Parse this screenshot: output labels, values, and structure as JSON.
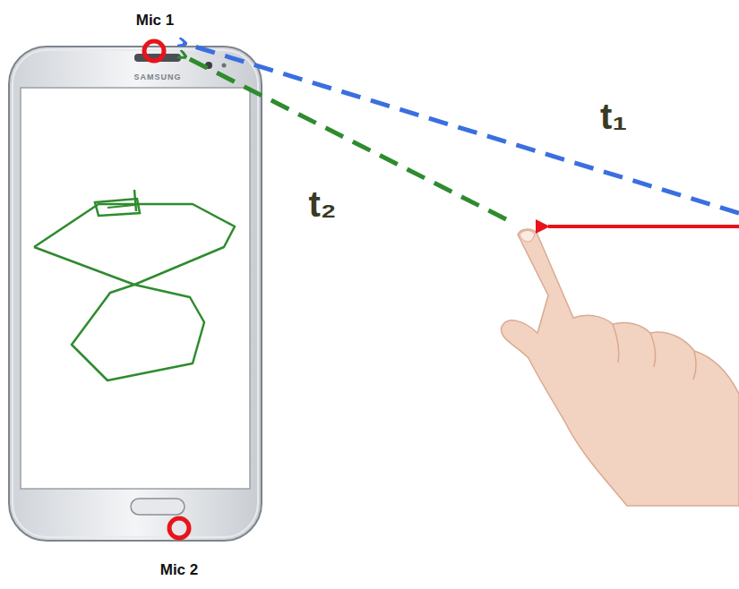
{
  "diagram": {
    "labels": [
      "Mic 1",
      "SAMSUNG",
      "t₁",
      "t₂",
      "Mic 2"
    ]
  }
}
